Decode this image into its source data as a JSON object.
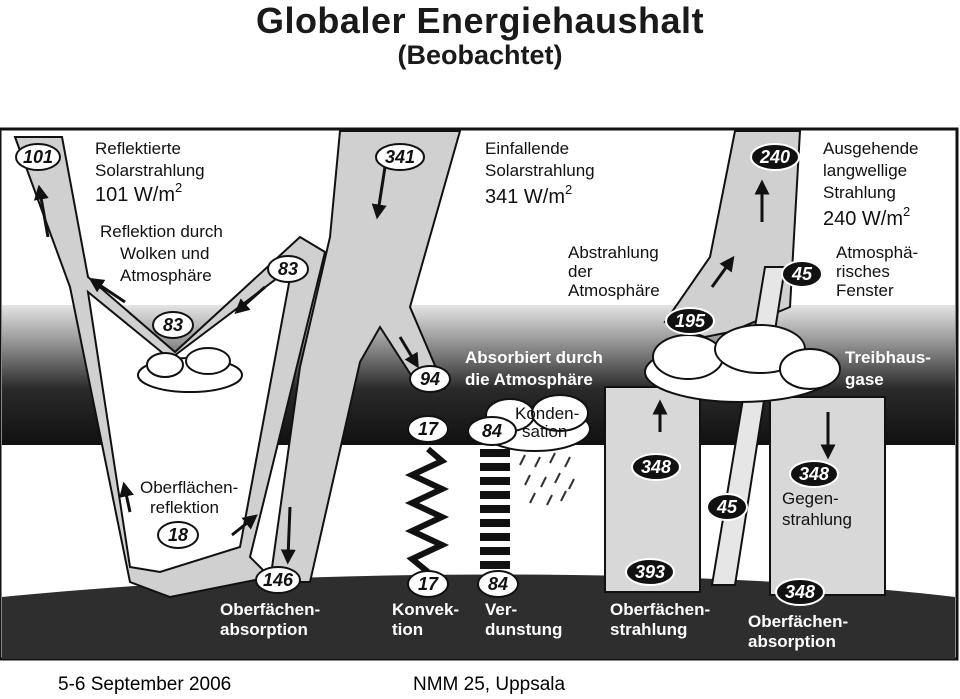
{
  "title": "Globaler Energiehaushalt",
  "subtitle": "(Beobachtet)",
  "labels": {
    "reflected_title": [
      "Reflektierte",
      "Solarstrahlung"
    ],
    "reflected_value": "101 W/m",
    "reflected_exp": "2",
    "cloud_reflection": [
      "Reflektion durch",
      "Wolken und",
      "Atmosphäre"
    ],
    "incoming_title": [
      "Einfallende",
      "Solarstrahlung"
    ],
    "incoming_value": "341 W/m",
    "incoming_exp": "2",
    "outgoing_title": [
      "Ausgehende",
      "langwellige",
      "Strahlung"
    ],
    "outgoing_value": "240 W/m",
    "outgoing_exp": "2",
    "atm_emission": [
      "Abstrahlung",
      "der",
      "Atmosphäre"
    ],
    "atm_window": [
      "Atmosphä-",
      "risches",
      "Fenster"
    ],
    "absorbed_atm": [
      "Absorbiert durch",
      "die Atmosphäre"
    ],
    "greenhouse": [
      "Treibhaus-",
      "gase"
    ],
    "condensation": [
      "Konden-",
      "sation"
    ],
    "surface_reflection": [
      "Oberflächen-",
      "reflektion"
    ],
    "back_radiation": [
      "Gegen-",
      "strahlung"
    ],
    "surface_absorption_left": [
      "Oberfächen-",
      "absorption"
    ],
    "convection": [
      "Konvek-",
      "tion"
    ],
    "evaporation": [
      "Ver-",
      "dunstung"
    ],
    "surface_radiation": [
      "Oberfächen-",
      "strahlung"
    ],
    "surface_absorption_right": [
      "Oberfächen-",
      "absorption"
    ]
  },
  "values": {
    "reflected": "101",
    "cloud_reflect_a": "83",
    "cloud_reflect_b": "83",
    "incoming": "341",
    "absorbed_atm": "94",
    "outgoing": "240",
    "window": "45",
    "atm_emit": "195",
    "convection_top": "17",
    "latent_top": "84",
    "surface_rad_up": "348",
    "back_rad": "348",
    "window_bottom": "45",
    "surface_reflect": "18",
    "surface_absorbed": "146",
    "convection_bottom": "17",
    "latent_bottom": "84",
    "surface_emitted": "393",
    "surface_absorbed_back": "348"
  },
  "footer": {
    "left": "5-6 September 2006",
    "right": "NMM 25, Uppsala"
  }
}
